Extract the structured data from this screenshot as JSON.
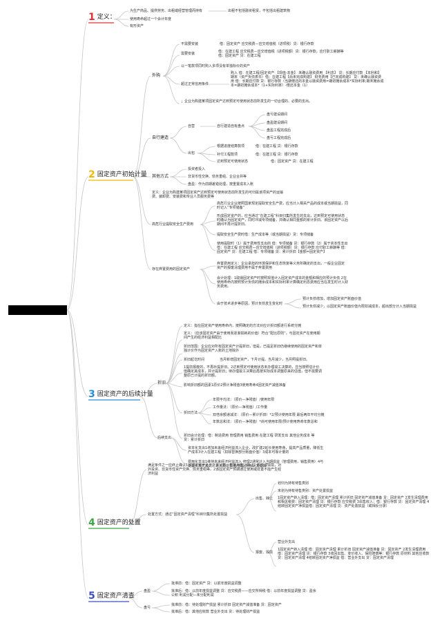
{
  "root": {
    "label": ""
  },
  "colors": {
    "line": "#bdbdbd",
    "num1": "#e03030",
    "num2": "#f0b800",
    "num3": "#2a8bd6",
    "num4": "#3aa845",
    "num5": "#3a4fc8"
  },
  "sections": [
    {
      "num": "1",
      "title": "定义："
    },
    {
      "num": "2",
      "title": "固定资产初始计量"
    },
    {
      "num": "3",
      "title": "固定资产的后续计量"
    },
    {
      "num": "4",
      "title": "固定资产的处置"
    },
    {
      "num": "5",
      "title": "固定资产清查"
    }
  ],
  "s1": {
    "a": "为生产商品、提供劳务、出租或经营管理而持有",
    "a_note": "出租不包括融资租赁，不包括出租建筑物",
    "b": "使用寿命超过一个会计年度",
    "c": "有形资产"
  },
  "s2": {
    "wg": "外购",
    "wg1": "不需要安装",
    "wg1v": "借：固定资产 应交税费—应交增值税（进项税）贷：银行存款",
    "wg2": "需要安装",
    "wg2v": "借：在建工程 应交税费—应交增值税（进项税额）贷：银行存款，应付职工薪酬等 借：固定资产 贷：在建工程",
    "wg3": "以一笔款项同时购入多项没有单独标价的资产",
    "wg4": "超过正常信用条件",
    "wg4v": "购入 借：在建工程/固定资产 【现值-本金】 未确认融资费用 【利息】 贷：长期应付款 【本利和】 期末（资产负债表日）借：在建工程【尚未完成购建】 财务费用【已完成购建】 贷：未确认融资费用 借：长期应付款 贷：银行存款（当期偿还的本金以融资费用=期初摊余成本*实际利率;期末摊余成本=期初摊余成本*（1+实际利率）-偿还本金（1）",
    "wg5": "；企业为购建某项固定资产达到预定可使用状态前所发生的一切合理的、必要的支出。",
    "zj": "自行建造",
    "zb": "自营",
    "zb1": "自行建造自有盘点",
    "zb_leaves": [
      "盘亏建设期间",
      "盘盈建设期间",
      "盘盈工程完成后",
      "盘亏工程完成后"
    ],
    "cb": "出包",
    "cb1": "根据进度结算款项",
    "cb1v": "借：在建工程 贷：银行存款",
    "cb2": "补付工程款项",
    "cb2v": "借：在建工程 贷：银行存款",
    "cb3": "达到预定可使用状态",
    "cb3v": "借：固定资产 贷：在建工程",
    "qt": "其他方式",
    "qt_leaves": [
      "投资者投入",
      "非货币性交换、债务重组、企业合并等",
      "盘盈：作为前期差错处理，按重置成本入账"
    ],
    "qt_note": "定义：企业为购建某项固定资产达到预定可使用状态前所发生的可归属该项资产的运输费、装卸费、安装费和专业人员服务费等",
    "gy": "高危行业提取安全生产费用",
    "gy1": "高危行业企业按照国家规定提取安全生产费，应当计入相关产品的成本或当期损益，同时记入“专项储备”",
    "gy2": "形成固定资产的，应当通过“在建工程”科目归集所发生的支出，达到预定可使用状态时确认为固定资产，同时冲减专项储备，并确认相同金额的累计折旧。该固定资产以后期间不再计提折旧。",
    "gy3": "提取安全生产费时借：生产成本等（或当期损益）贷：专项储备",
    "gy4": "使用提取时（1）属于费用性支出的 借：专项储备 贷：银行存款（2）属于资本性支出 借：在建工程 应交税费—应交增值税（进项税额）贷：银行存款 应付职工薪酬等 借：固定资产 贷：在建工程 借：专项储备 贷：累计折旧【金额=固定资产】",
    "qz": "存在弃置费用的固定资产",
    "qz1": "弃置费用定义：企业承担的环境保护和生态恢复等义务所确定的支出，一般企业固定资产的报废清理费用不属于弃置费用",
    "qz2": "会计处理：1取得固定资产时按照现值计入固定资产成本的金额和相应的预计负债 2在使用寿命内按照预计负债的摊余成本和实际利率计算确定利息费用应当在发生时计入财务费用。",
    "qz3": "由于技术进步等原因，预计负债发生变化时",
    "qz3a": "预计负债增加，增加固定资产账面价值",
    "qz3b": "预计负债减少，以固定资产账面价值为限扣减成本，超出部分计入当期损益"
  },
  "s3": {
    "zj": "折旧",
    "zj1": "定义：指在固定资产使用寿命内，按照确定的方法对应计折旧额进行系统分摊",
    "zj2": "定义：（应该固定资产由于使用而逐渐损耗的价值）符合“配比原则”，与固定资产在使用期间产生的经济利益相配比",
    "zj3": "折旧范围：企业应对所有固定资产计提折旧，但是，已提足折旧仍继续使用的固定资产和单独计价作为固定资产入账的土地除外",
    "zj4": "折旧起讫时间",
    "zj4v": "当月新增固定资产，下月计提。当月减少，当月照提折旧。",
    "zj5": "1提前报废的，不再补提折旧。2达到预定可使用状态未办理竣工决算的，应当按照估计价值确定其成本，并计提折旧；待办理竣工决算后再按实际成本调整原来的估值，但不需要调整原已计提的折旧额。",
    "zj6": "影响折旧额的因素1原价2预计净残值3使用寿命4固定资产减值准备",
    "ff": "折旧方法",
    "ff_leaves": [
      "年限平均法：（原价—净残值）/使用年限",
      "工作量法：（原价—净残值）/工作量",
      "双倍余额递减法：（原价—累计折旧）*2/预计使用年限 最后两年平均分摊",
      "年数总和法：（原价—净残值）*尚可使用年限/预计使用寿命年数总和"
    ],
    "zj7": "折旧会计处理：借：制造费用 管理费用 销售费用 在建工程 研发支出 其他业务成本 等 贷：累计折旧",
    "hx": "后续支出",
    "hx1": "资本化支出1增加未来经济利益流入企业，改扩建2延长使用寿命，提高产品质量，降低生产成本3计入在建工程（扣除替换部分账面价值）3成本可靠计量的",
    "hx2": "费用化支出1维持未来经济利益流入 修理2通常计入当期损益（管理费用，销售费用）4与处置价款无关的，计入制造费用/管理费用/研发支出"
  },
  "s4": {
    "d1": "满足条件之一应终止确认1该固定资产处于处置状态：包括出售，转让，报废或毁损，对外投资、非货币性资产交换、债务重组等。2该固定资产预期通过使用或处置不能产生经济利益",
    "d2": "处置方式：通过“固定资产清理”科目归集所处置损益",
    "cs": "出售、转让",
    "cs1": "划归为持有待售类别",
    "cs2": "未划为持有待售类别：资产处置损益",
    "cs3": "1固定资产转入清理：借：固定资产清理 累计折旧 固定资产减值准备 贷：固定资产 2发生清理费用和相关税费：固定资产清理 贷：银行存款 应交税费 3出售收入：借：银行存款 贷：固定资产清理 4结转固定资产净损益借：固定资产清理 贷：资产处置损益（或相反分录）",
    "bf": "报废、毁损",
    "bf1": "营业外支出",
    "bf2": "1固定资产转入清理 借：固定资产清理 累计折旧 固定资产减值准备 贷：固定资产 2发生清理费用 借：固定资产清理 贷：银行存款 3收回出售、变价收入、保险赔偿等：银行存款 原材料 其他应收款 贷：固定资产清理 4结转固定资产净损益 借：营业外支出 贷：固定资产清理"
  },
  "s5": {
    "py": "盘盈",
    "py1": "批准前：借：固定资产 贷：以前年度损益调整",
    "py2": "批准后：借：以前年度损益调整 贷：应交税费——应交所得税 借：以前年度损益调整 贷：盈余公积 利润分配—未分配利润",
    "pk": "盘亏",
    "pk1": "批准前：借：待处理财产损益 累计折旧 固定资产减值准备 贷：固定资产",
    "pk2": "批准后：借：其他应收款 营业外支出 贷：待处理财产损益"
  }
}
